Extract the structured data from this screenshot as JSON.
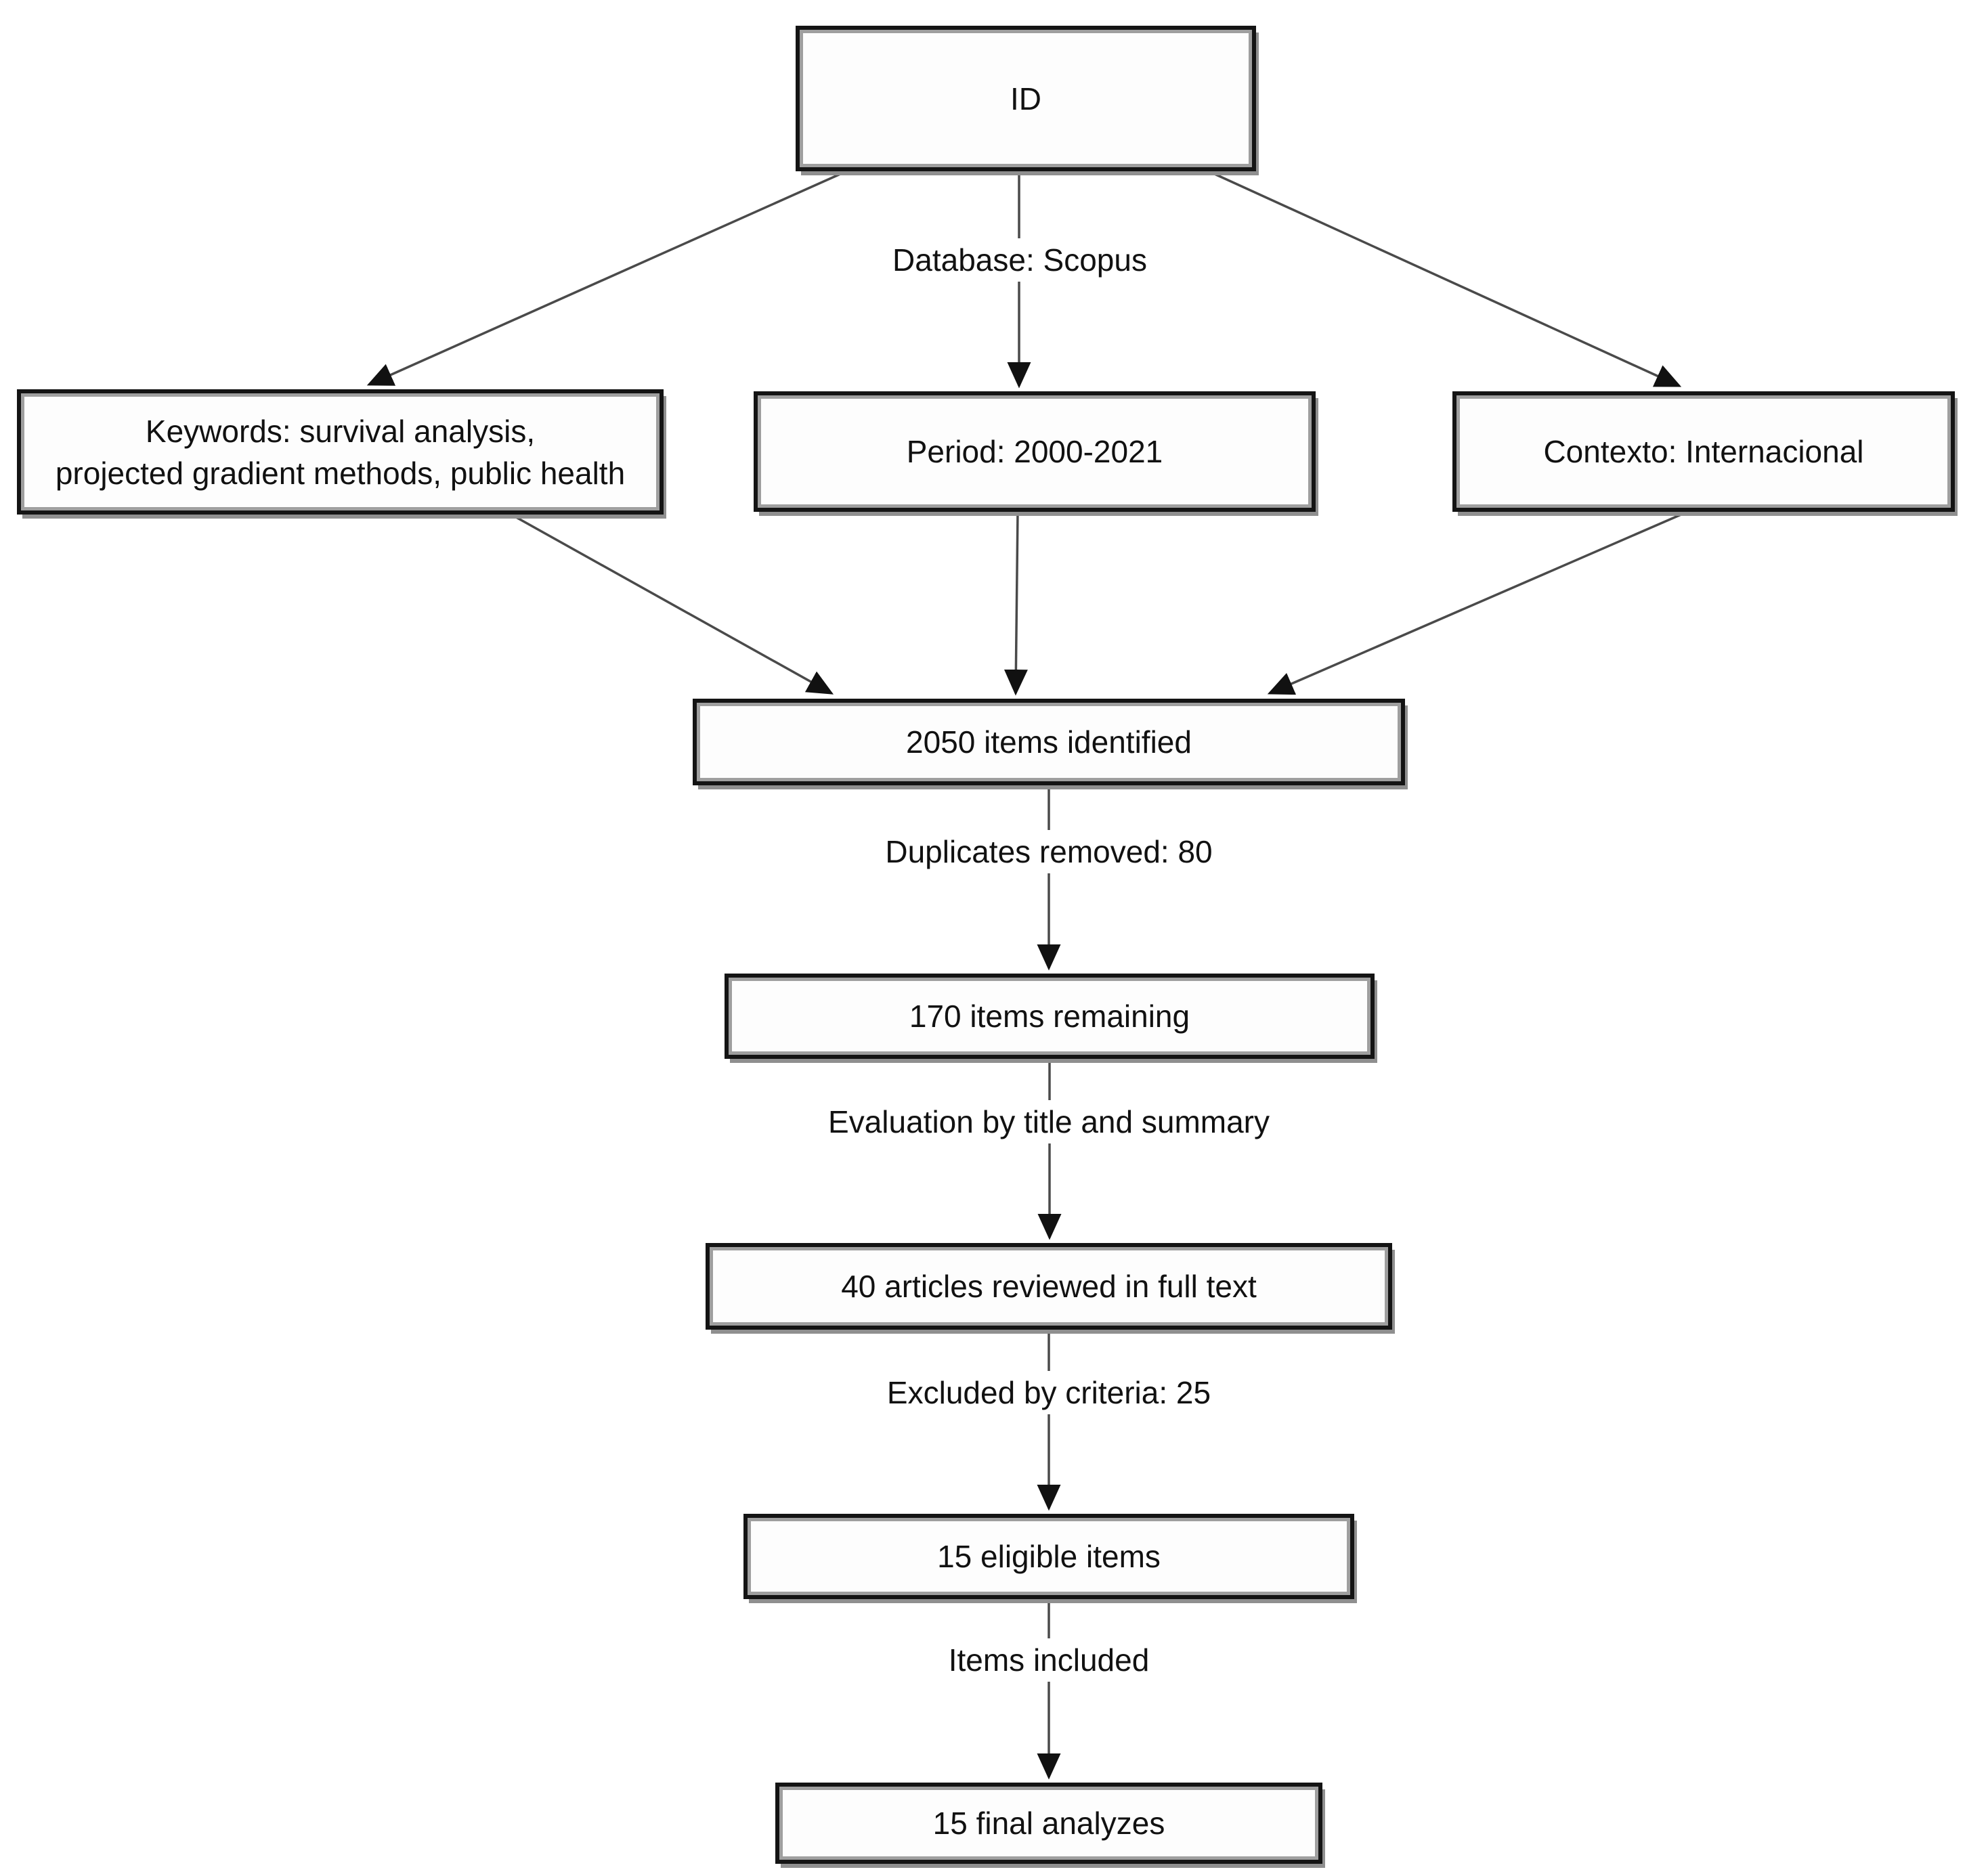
{
  "diagram": {
    "nodes": {
      "id": {
        "label": "ID"
      },
      "keywords": {
        "lines": [
          "Keywords: survival analysis,",
          "projected gradient methods, public health"
        ]
      },
      "period": {
        "label": "Period: 2000-2021"
      },
      "contexto": {
        "label": "Contexto: Internacional"
      },
      "identified": {
        "label": "2050 items identified"
      },
      "remaining": {
        "label": "170 items remaining"
      },
      "fulltext": {
        "label": "40 articles reviewed in full text"
      },
      "eligible": {
        "label": "15 eligible items"
      },
      "final": {
        "label": "15 final analyzes"
      }
    },
    "edge_labels": {
      "database": "Database: Scopus",
      "duplicates": "Duplicates removed: 80",
      "evaluation": "Evaluation by title and summary",
      "excluded": "Excluded by criteria: 25",
      "included": "Items included"
    },
    "colors": {
      "border": "#141414",
      "inner": "#9f9f9f",
      "shadow": "#8f8f8f",
      "line": "#4a4a4a",
      "arrowhead": "#111111",
      "text": "#111111",
      "background": "#ffffff"
    }
  }
}
